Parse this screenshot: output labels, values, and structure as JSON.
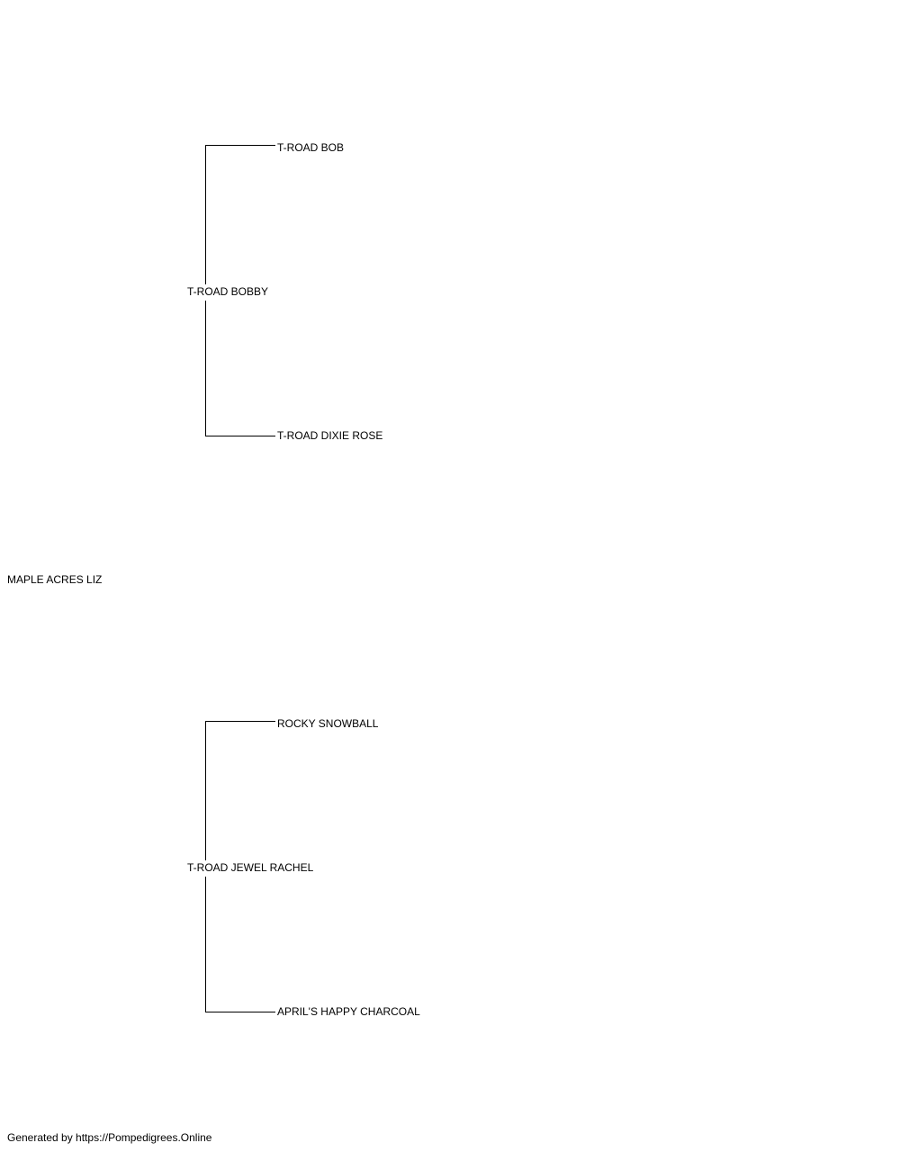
{
  "pedigree": {
    "subject": "MAPLE ACRES LIZ",
    "sire": {
      "name": "T-ROAD BOBBY",
      "sire": "T-ROAD BOB",
      "dam": "T-ROAD DIXIE ROSE"
    },
    "dam": {
      "name": "T-ROAD JEWEL RACHEL",
      "sire": "ROCKY SNOWBALL",
      "dam": "APRIL'S HAPPY CHARCOAL"
    }
  },
  "footer": {
    "text": "Generated by https://Pompedigrees.Online"
  }
}
